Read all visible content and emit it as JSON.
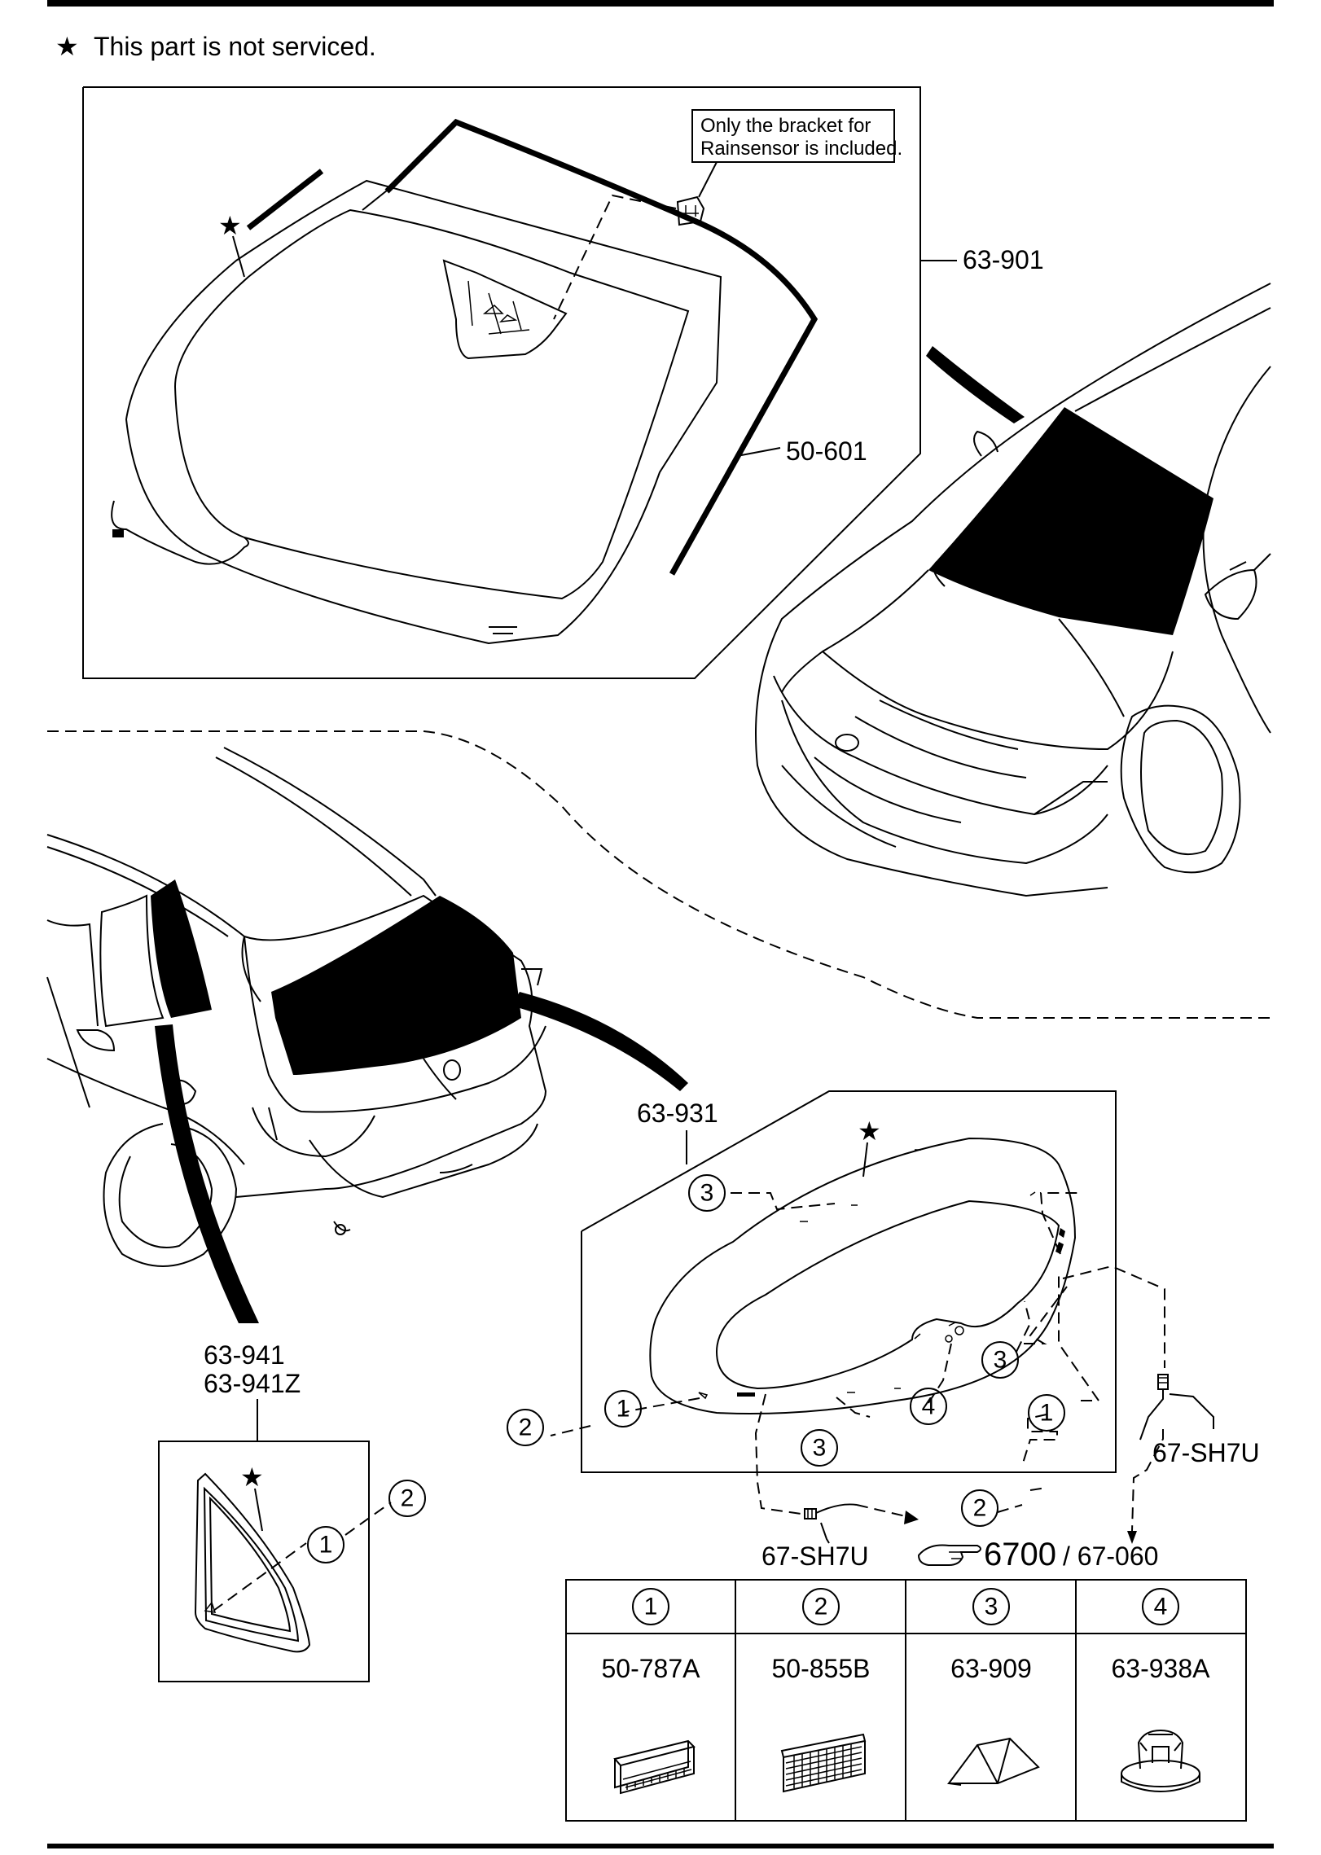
{
  "note": {
    "star": "★",
    "text": "This part is not serviced."
  },
  "windshield": {
    "callout": [
      "Only the bracket for",
      "Rainsensor is included."
    ],
    "parts": [
      "63-901",
      "50-601"
    ]
  },
  "quarter_glass": {
    "parts": [
      "63-941",
      "63-941Z"
    ]
  },
  "liftgate_glass": {
    "part": "63-931",
    "harness_right": "67-SH7U",
    "harness_left": "67-SH7U",
    "ref_main": "6700",
    "ref_sub": "/ 67-060"
  },
  "markers": {
    "m1": "1",
    "m2": "2",
    "m3": "3",
    "m4": "4"
  },
  "legend": [
    {
      "num": "1",
      "part": "50-787A",
      "icon": "tape-strip-icon"
    },
    {
      "num": "2",
      "part": "50-855B",
      "icon": "mesh-tape-icon"
    },
    {
      "num": "3",
      "part": "63-909",
      "icon": "spacer-block-icon"
    },
    {
      "num": "4",
      "part": "63-938A",
      "icon": "clip-fastener-icon"
    }
  ],
  "star": "★"
}
